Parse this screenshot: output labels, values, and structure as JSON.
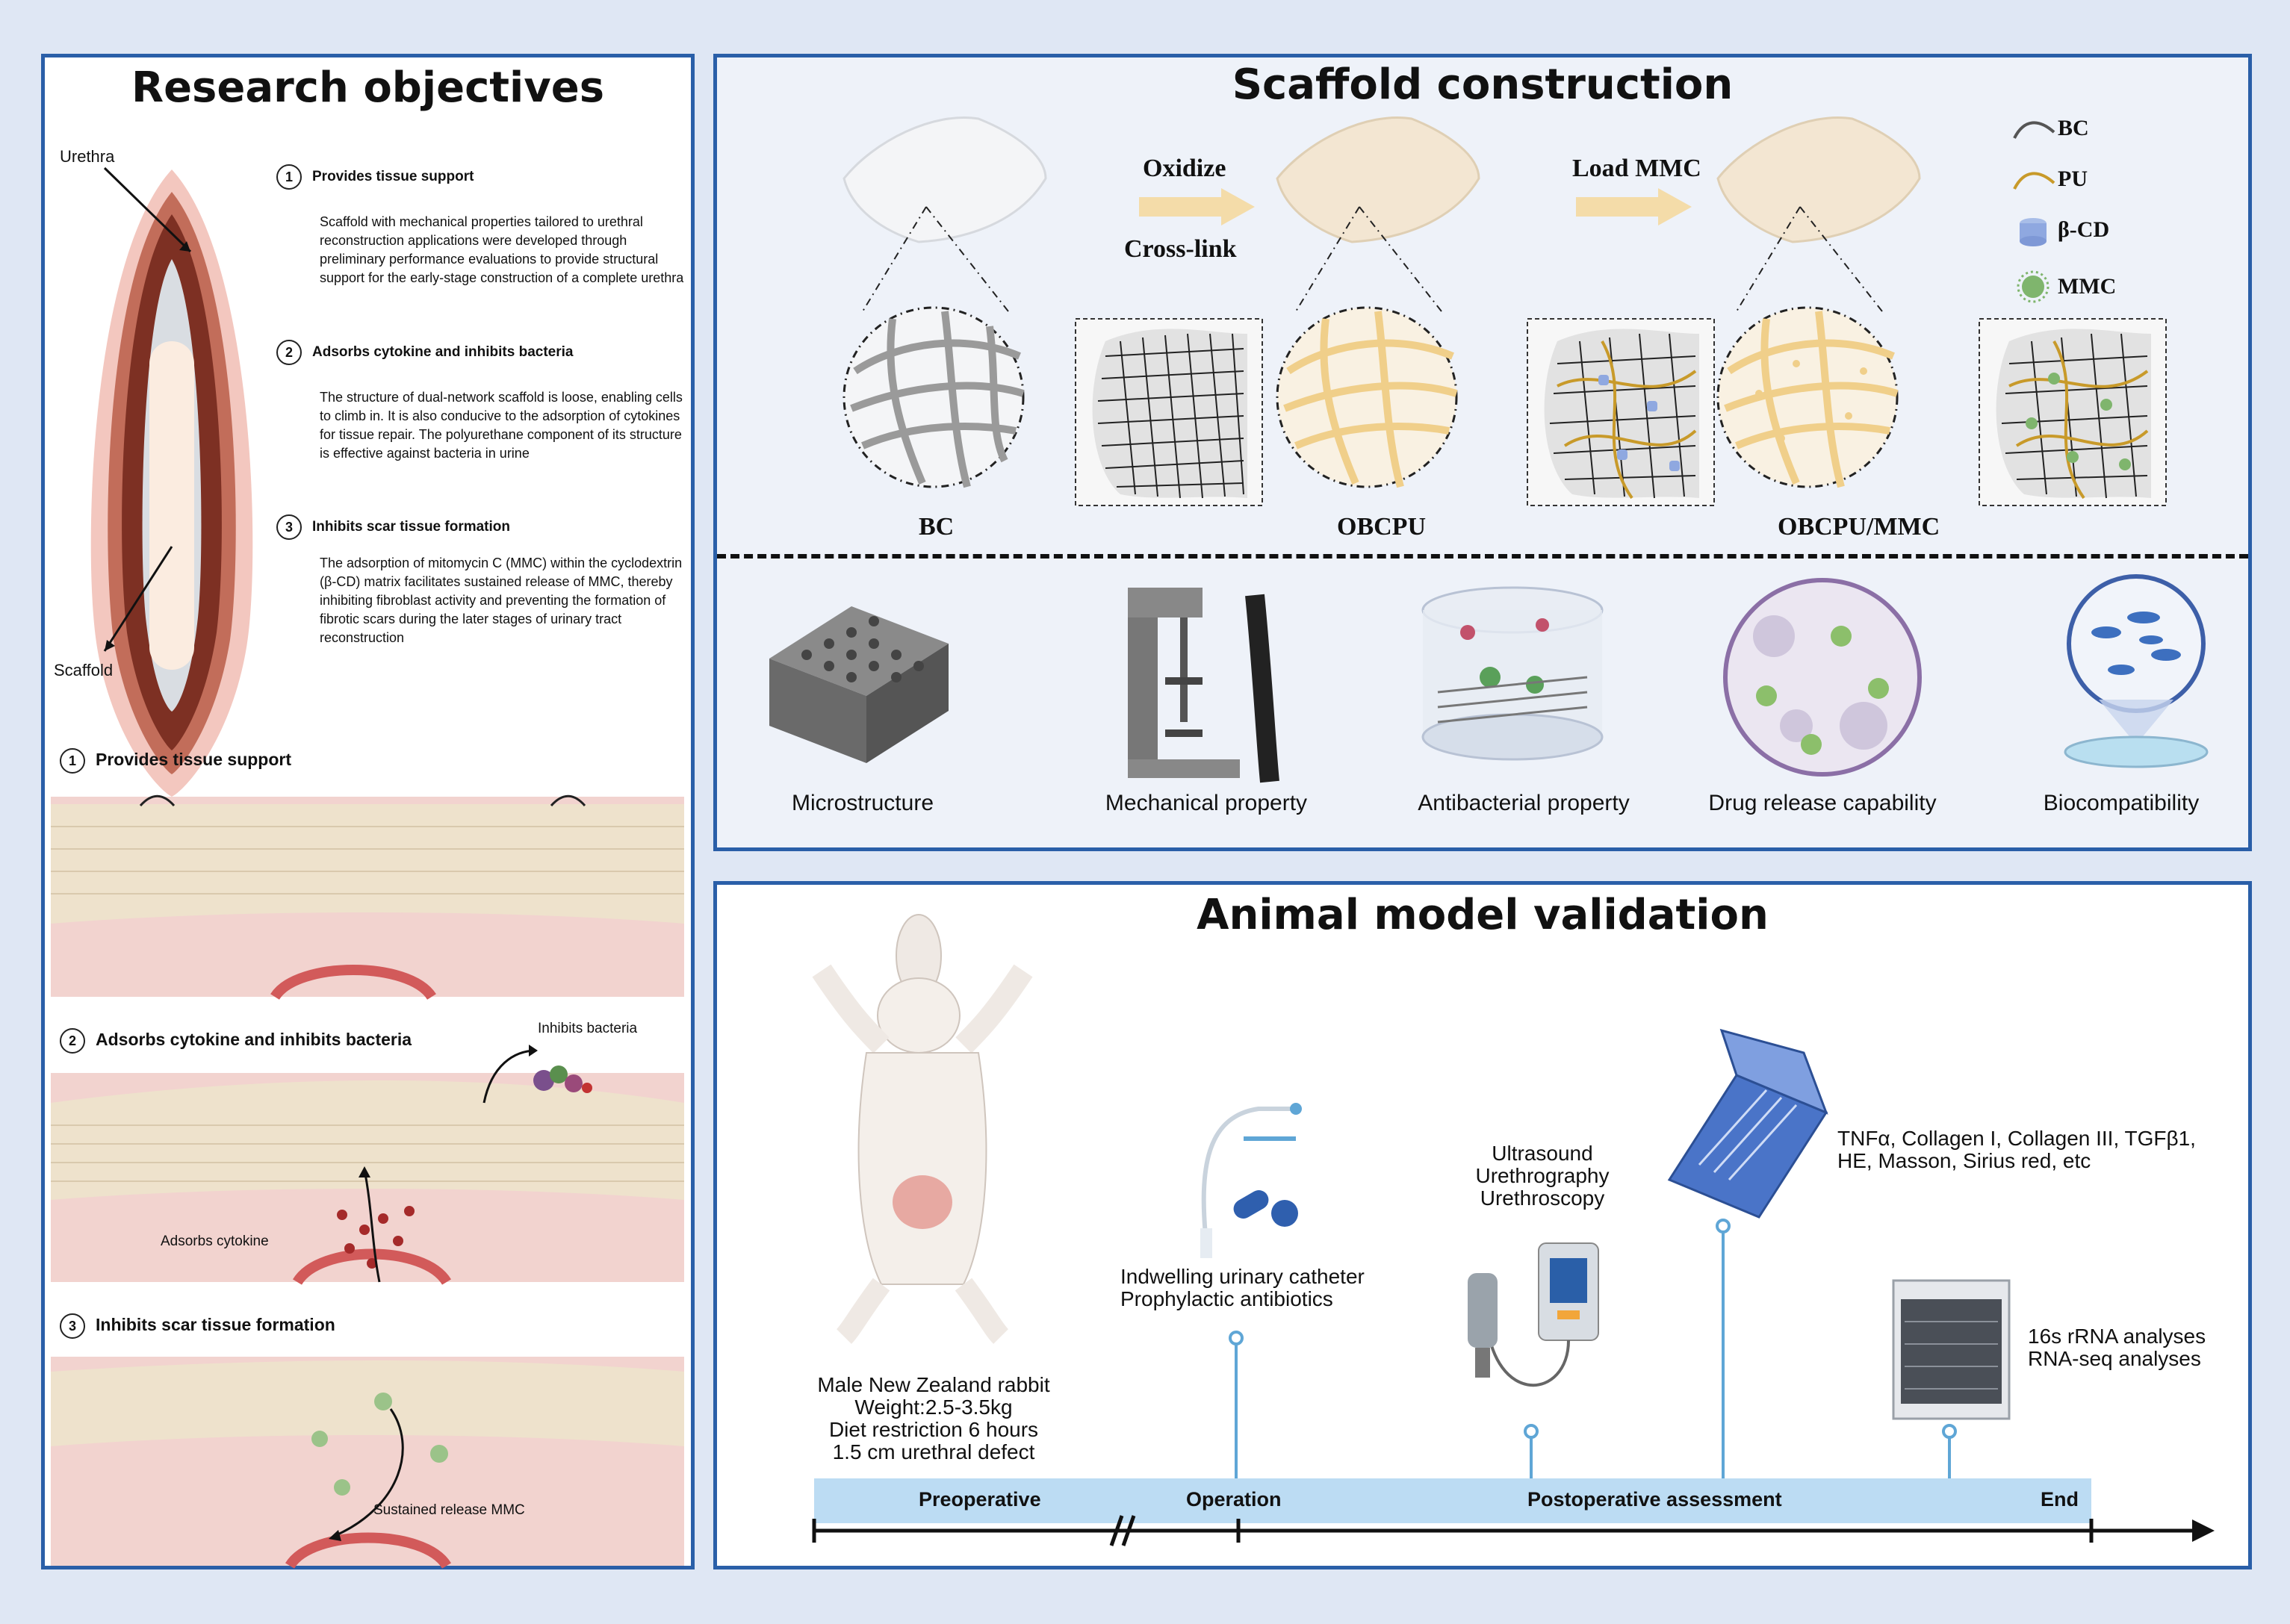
{
  "research_objectives": {
    "title": "Research objectives",
    "label_urethra": "Urethra",
    "label_scaffold": "Scaffold",
    "objectives": [
      {
        "num": "1",
        "heading": "Provides tissue support",
        "body": "Scaffold with mechanical properties tailored to urethral reconstruction applications were developed through preliminary performance evaluations to provide structural support for the early-stage construction of a complete urethra"
      },
      {
        "num": "2",
        "heading": "Adsorbs cytokine and inhibits bacteria",
        "body": "The structure of dual-network scaffold is loose, enabling cells to climb in. It is also conducive to the adsorption of cytokines for tissue repair. The polyurethane component of its structure is effective against bacteria in urine"
      },
      {
        "num": "3",
        "heading": "Inhibits scar tissue formation",
        "body": "The adsorption of mitomycin C (MMC) within the cyclodextrin (β-CD) matrix facilitates sustained release of MMC, thereby inhibiting fibroblast activity and preventing the formation of fibrotic scars during the later stages of urinary tract reconstruction"
      }
    ],
    "sections": [
      {
        "num": "1",
        "heading": "Provides tissue support"
      },
      {
        "num": "2",
        "heading": "Adsorbs cytokine and inhibits bacteria",
        "label_bacteria": "Inhibits bacteria",
        "label_cytokine": "Adsorbs cytokine"
      },
      {
        "num": "3",
        "heading": "Inhibits scar tissue formation",
        "label_release": "Sustained release MMC"
      }
    ]
  },
  "scaffold_construction": {
    "title": "Scaffold construction",
    "step1_top": "Oxidize",
    "step1_bottom": "Cross-link",
    "step2_top": "Load MMC",
    "stages": [
      "BC",
      "OBCPU",
      "OBCPU/MMC"
    ],
    "legend": [
      "BC",
      "PU",
      "β-CD",
      "MMC"
    ],
    "properties": [
      "Microstructure",
      "Mechanical property",
      "Antibacterial property",
      "Drug release capability",
      "Biocompatibility"
    ],
    "colors": {
      "bc": "#555555",
      "pu": "#c89a2a",
      "bcd": "#8fa8e0",
      "mmc": "#7fb56d"
    }
  },
  "animal_model": {
    "title": "Animal model validation",
    "rabbit_info": [
      "Male New Zealand rabbit",
      "Weight:2.5-3.5kg",
      "Diet restriction 6 hours",
      "1.5 cm urethral defect"
    ],
    "operation_info": [
      "Indwelling urinary catheter",
      "Prophylactic antibiotics"
    ],
    "imaging_info": [
      "Ultrasound",
      "Urethrography",
      "Urethroscopy"
    ],
    "histology_info": [
      "TNFα, Collagen I, Collagen III, TGFβ1,",
      "HE, Masson, Sirius red, etc"
    ],
    "seq_info": [
      "16s rRNA analyses",
      "RNA-seq analyses"
    ],
    "timeline": [
      "Preoperative",
      "Operation",
      "Postoperative assessment",
      "End"
    ]
  }
}
